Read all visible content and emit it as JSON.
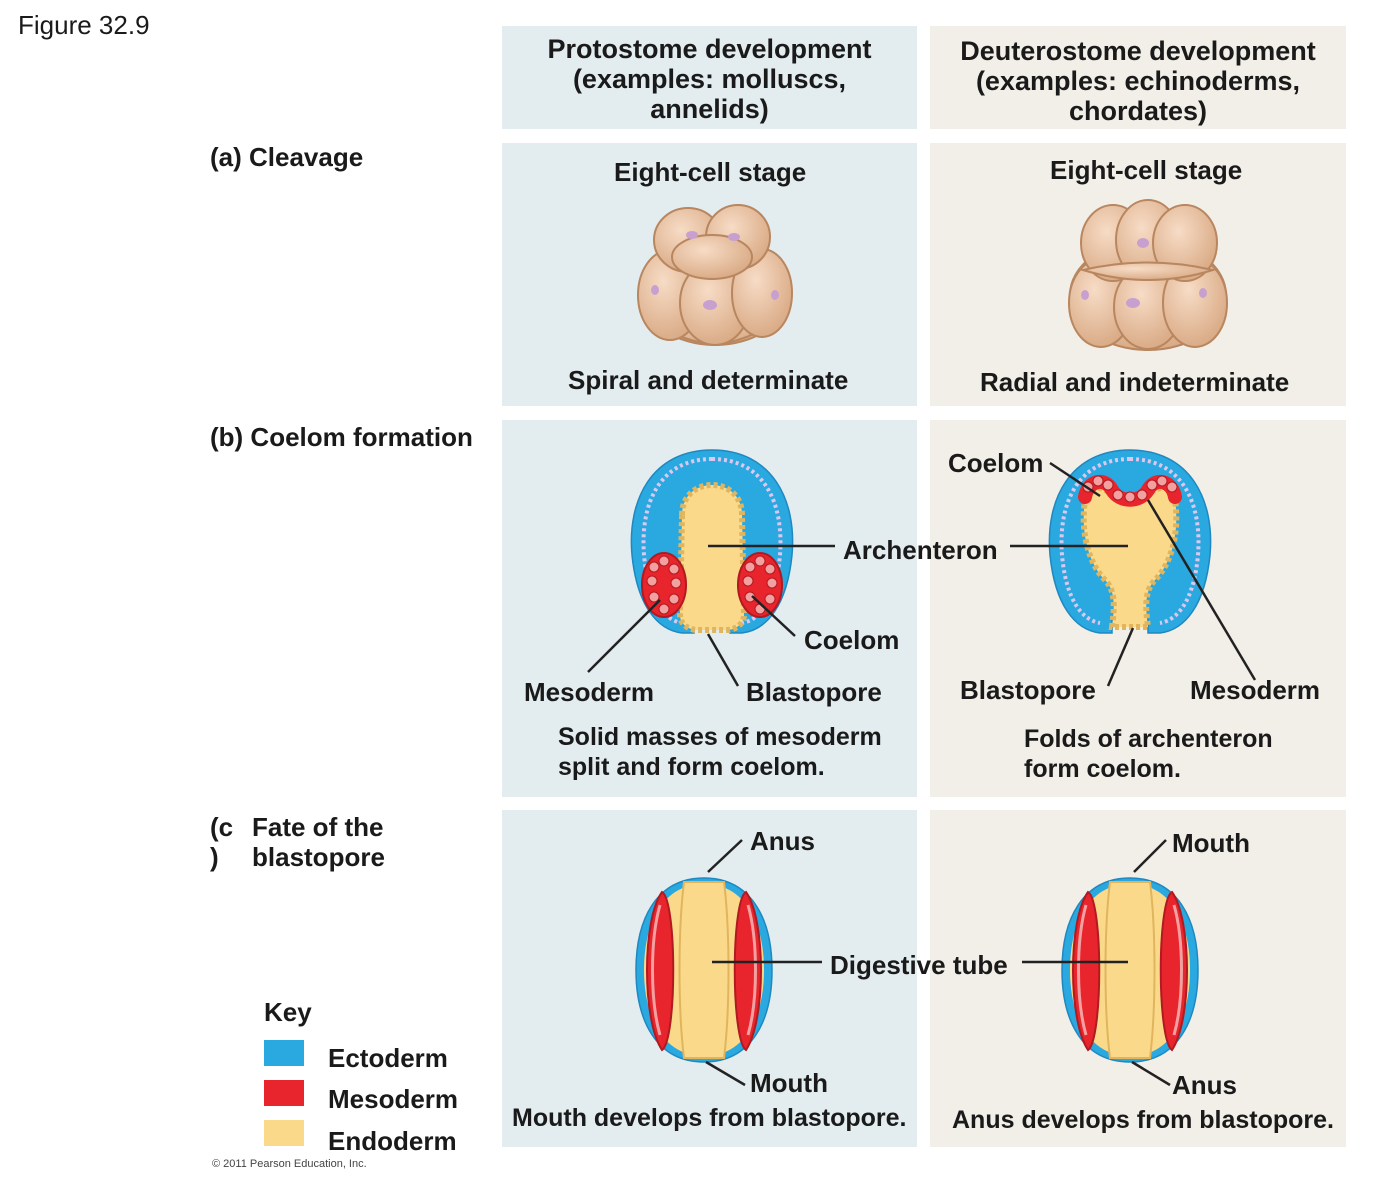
{
  "figure_title": "Figure 32.9",
  "columns": {
    "protostome_header": [
      "Protostome development",
      "(examples: molluscs,",
      "annelids)"
    ],
    "deuterostome_header": [
      "Deuterostome development",
      "(examples: echinoderms,",
      "chordates)"
    ]
  },
  "rows": {
    "a": {
      "label": "(a) Cleavage",
      "left_stage": "Eight-cell stage",
      "right_stage": "Eight-cell stage",
      "left_caption": "Spiral and determinate",
      "right_caption": "Radial and indeterminate"
    },
    "b": {
      "label": "(b) Coelom formation",
      "coelom_left": "Coelom",
      "coelom_right": "Coelom",
      "archenteron": "Archenteron",
      "mesoderm_left": "Mesoderm",
      "blastopore_left": "Blastopore",
      "blastopore_right": "Blastopore",
      "mesoderm_right": "Mesoderm",
      "left_caption": [
        "Solid masses of mesoderm",
        "split and form coelom."
      ],
      "right_caption": [
        "Folds of archenteron",
        "form coelom."
      ]
    },
    "c": {
      "label_prefix": "(c",
      "label_paren": ")",
      "label": [
        "Fate of the",
        "blastopore"
      ],
      "anus_left": "Anus",
      "mouth_left": "Mouth",
      "mouth_right": "Mouth",
      "anus_right": "Anus",
      "digestive_tube": "Digestive tube",
      "left_caption": "Mouth develops from blastopore.",
      "right_caption": "Anus develops from blastopore."
    }
  },
  "key": {
    "title": "Key",
    "items": [
      {
        "label": "Ectoderm",
        "color": "#2aa8e0"
      },
      {
        "label": "Mesoderm",
        "color": "#e8242c"
      },
      {
        "label": "Endoderm",
        "color": "#fbd98a"
      }
    ]
  },
  "copyright": "© 2011 Pearson Education, Inc."
}
